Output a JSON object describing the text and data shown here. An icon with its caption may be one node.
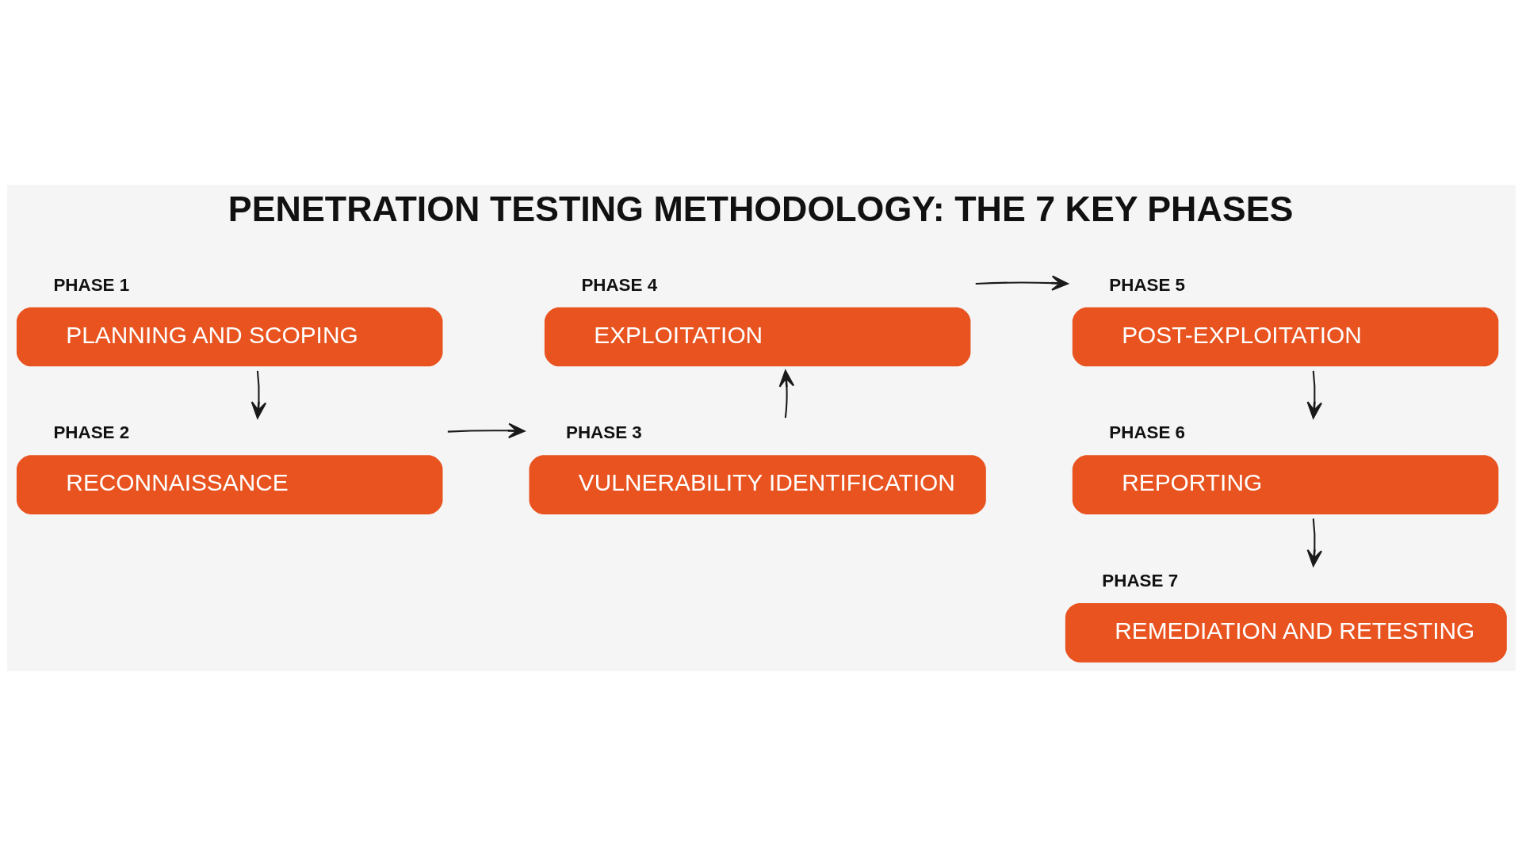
{
  "diagram": {
    "title": "PENETRATION TESTING METHODOLOGY: THE 7 KEY PHASES",
    "nodes": [
      {
        "text": [
          "PHASE 1",
          "PLANNING AND SCOPING"
        ]
      },
      {
        "text": [
          "PHASE 2",
          "RECONNAISSANCE"
        ]
      },
      {
        "text": [
          "PHASE 3",
          "VULNERABILITY IDENTIFICATION"
        ]
      },
      {
        "text": [
          "PHASE 4",
          "EXPLOITATION"
        ]
      },
      {
        "text": [
          "PHASE 5",
          "POST-EXPLOITATION"
        ]
      },
      {
        "text": [
          "PHASE 6",
          "REPORTING"
        ]
      },
      {
        "text": [
          "PHASE 7",
          "REMEDIATION AND RETESTING"
        ]
      }
    ],
    "edges": [
      {
        "from": 0,
        "to": 1,
        "arrow": "to"
      },
      {
        "from": 1,
        "to": 2,
        "arrow": "to"
      },
      {
        "from": 2,
        "to": 3,
        "arrow": "to"
      },
      {
        "from": 3,
        "to": 4,
        "arrow": "to"
      },
      {
        "from": 4,
        "to": 5,
        "arrow": "to"
      },
      {
        "from": 5,
        "to": 6,
        "arrow": "to"
      }
    ]
  }
}
